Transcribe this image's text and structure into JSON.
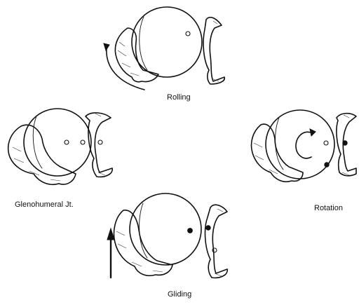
{
  "labels": {
    "rolling": "Rolling",
    "joint": "Glenohumeral Jt.",
    "rotation": "Rotation",
    "gliding": "Gliding"
  },
  "colors": {
    "ink": "#111111",
    "background": "#ffffff"
  }
}
